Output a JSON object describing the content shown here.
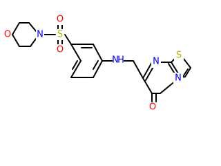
{
  "figure": {
    "type": "chemical-structure",
    "background": "#ffffff",
    "bond_color": "#000000"
  },
  "atom_labels": {
    "morpholine_O": "O",
    "morpholine_N": "N",
    "sulfonyl_S": "S",
    "sulfonyl_O_top": "O",
    "sulfonyl_O_bottom": "O",
    "amine_NH": "N",
    "amine_H": "H",
    "pyrimidine_N": "N",
    "thiazole_S": "S",
    "bridge_N": "N",
    "carbonyl_O": "O"
  },
  "atom_colors": {
    "O": "#ff0000",
    "N": "#0000ff",
    "S": "#b5b500",
    "H": "#0000ff"
  }
}
